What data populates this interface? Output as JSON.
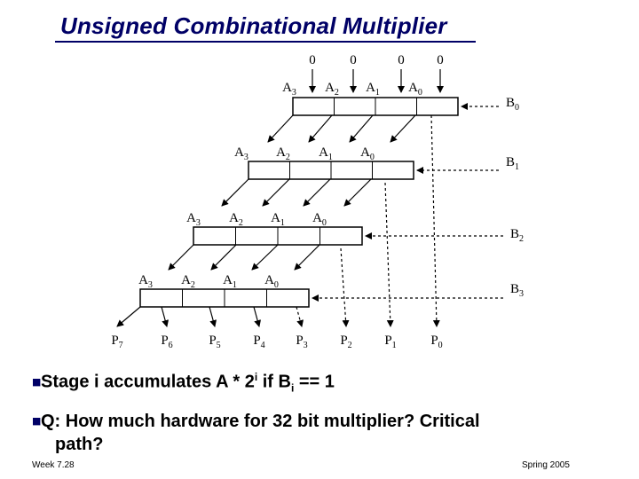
{
  "title": "Unsigned Combinational Multiplier",
  "inputs_zero": [
    "0",
    "0",
    "0",
    "0"
  ],
  "a_labels": [
    [
      "A3",
      "A2",
      "A1",
      "A0"
    ],
    [
      "A3",
      "A2",
      "A1",
      "A0"
    ],
    [
      "A3",
      "A2",
      "A1",
      "A0"
    ],
    [
      "A3",
      "A2",
      "A1",
      "A0"
    ]
  ],
  "b_labels": [
    "B0",
    "B1",
    "B2",
    "B3"
  ],
  "p_labels": [
    "P7",
    "P6",
    "P5",
    "P4",
    "P3",
    "P2",
    "P1",
    "P0"
  ],
  "bullets": {
    "stage": {
      "prefix": "Stage i  accumulates  A * 2",
      "sup": "i",
      "mid": " if B",
      "sub": "i",
      "suffix": " == 1"
    },
    "question_line1": "Q:  How much hardware for 32 bit multiplier? Critical",
    "question_line2": "path?"
  },
  "footer": {
    "left": "Week 7.28",
    "right": "Spring 2005"
  }
}
